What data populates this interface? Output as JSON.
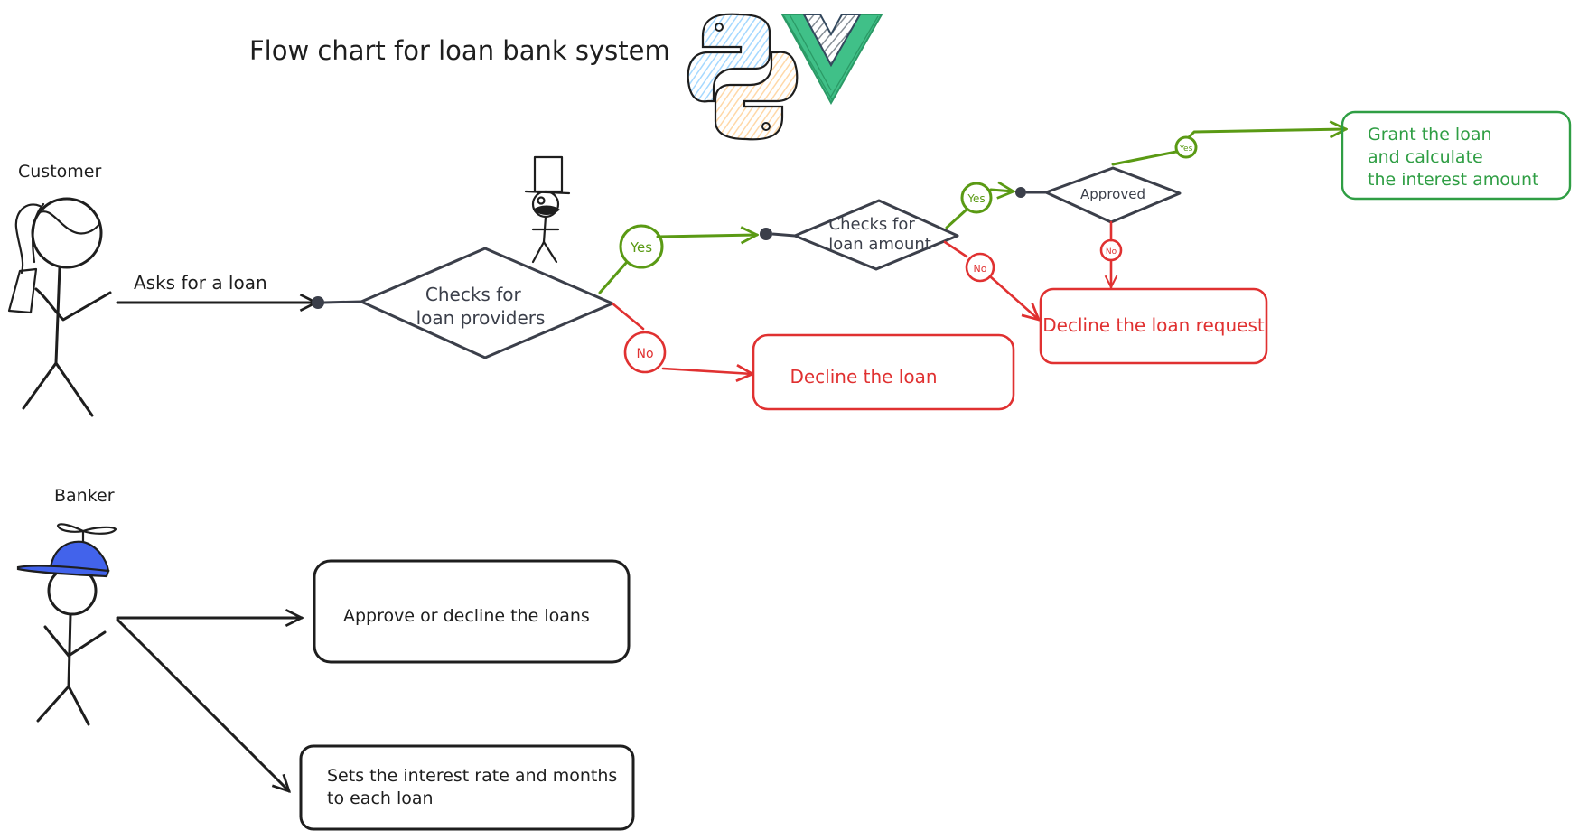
{
  "title": "Flow chart for loan bank system",
  "actors": {
    "customer": "Customer",
    "banker": "Banker"
  },
  "edges": {
    "asks_for_loan": "Asks for a loan"
  },
  "decisions": {
    "loan_providers": [
      "Checks for",
      "loan providers"
    ],
    "loan_amount": [
      "Checks for",
      "loan amount"
    ],
    "approved": "Approved"
  },
  "branch_labels": {
    "yes_1": "Yes",
    "no_1": "No",
    "yes_2": "Yes",
    "no_2": "No",
    "yes_3": "Yes",
    "no_3": "No"
  },
  "outcomes": {
    "decline_loan": "Decline the loan",
    "decline_request": "Decline the loan request",
    "grant": [
      "Grant the loan",
      "and calculate",
      "the interest amount"
    ]
  },
  "banker_tasks": {
    "approve_decline": "Approve or decline the loans",
    "set_interest": [
      "Sets the interest rate and months",
      "to each loan"
    ]
  },
  "logos": [
    "python-logo",
    "vue-logo"
  ],
  "colors": {
    "ink": "#1e1e1e",
    "decision": "#3b3f4a",
    "yes_branch": "#5a9a14",
    "grant": "#2f9e44",
    "decline": "#e03131",
    "cap": "#4263eb",
    "python_blue": "#a5d8ff",
    "python_yellow": "#ffec99",
    "vue_green": "#40c088"
  }
}
